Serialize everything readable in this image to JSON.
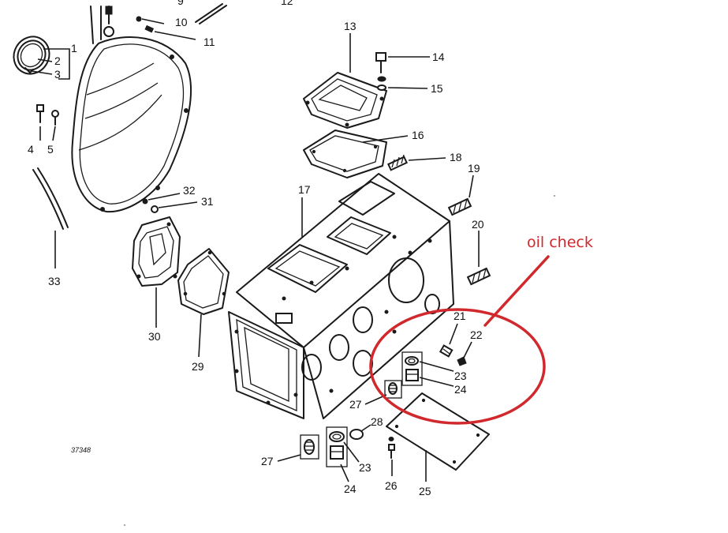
{
  "figure_number": "37348",
  "annotation": {
    "text": "oil check",
    "color": "#d0282c"
  },
  "labels": {
    "l1": "1",
    "l2": "2",
    "l3": "3",
    "l4": "4",
    "l5": "5",
    "l9": "9",
    "l10": "10",
    "l11": "11",
    "l12": "12",
    "l13": "13",
    "l14": "14",
    "l15": "15",
    "l16": "16",
    "l17": "17",
    "l18": "18",
    "l19": "19",
    "l20": "20",
    "l21": "21",
    "l22": "22",
    "l23": "23",
    "l24": "24",
    "l23b": "23",
    "l24b": "24",
    "l25": "25",
    "l26": "26",
    "l27": "27",
    "l27b": "27",
    "l28": "28",
    "l29": "29",
    "l30": "30",
    "l31": "31",
    "l32": "32",
    "l33": "33"
  }
}
